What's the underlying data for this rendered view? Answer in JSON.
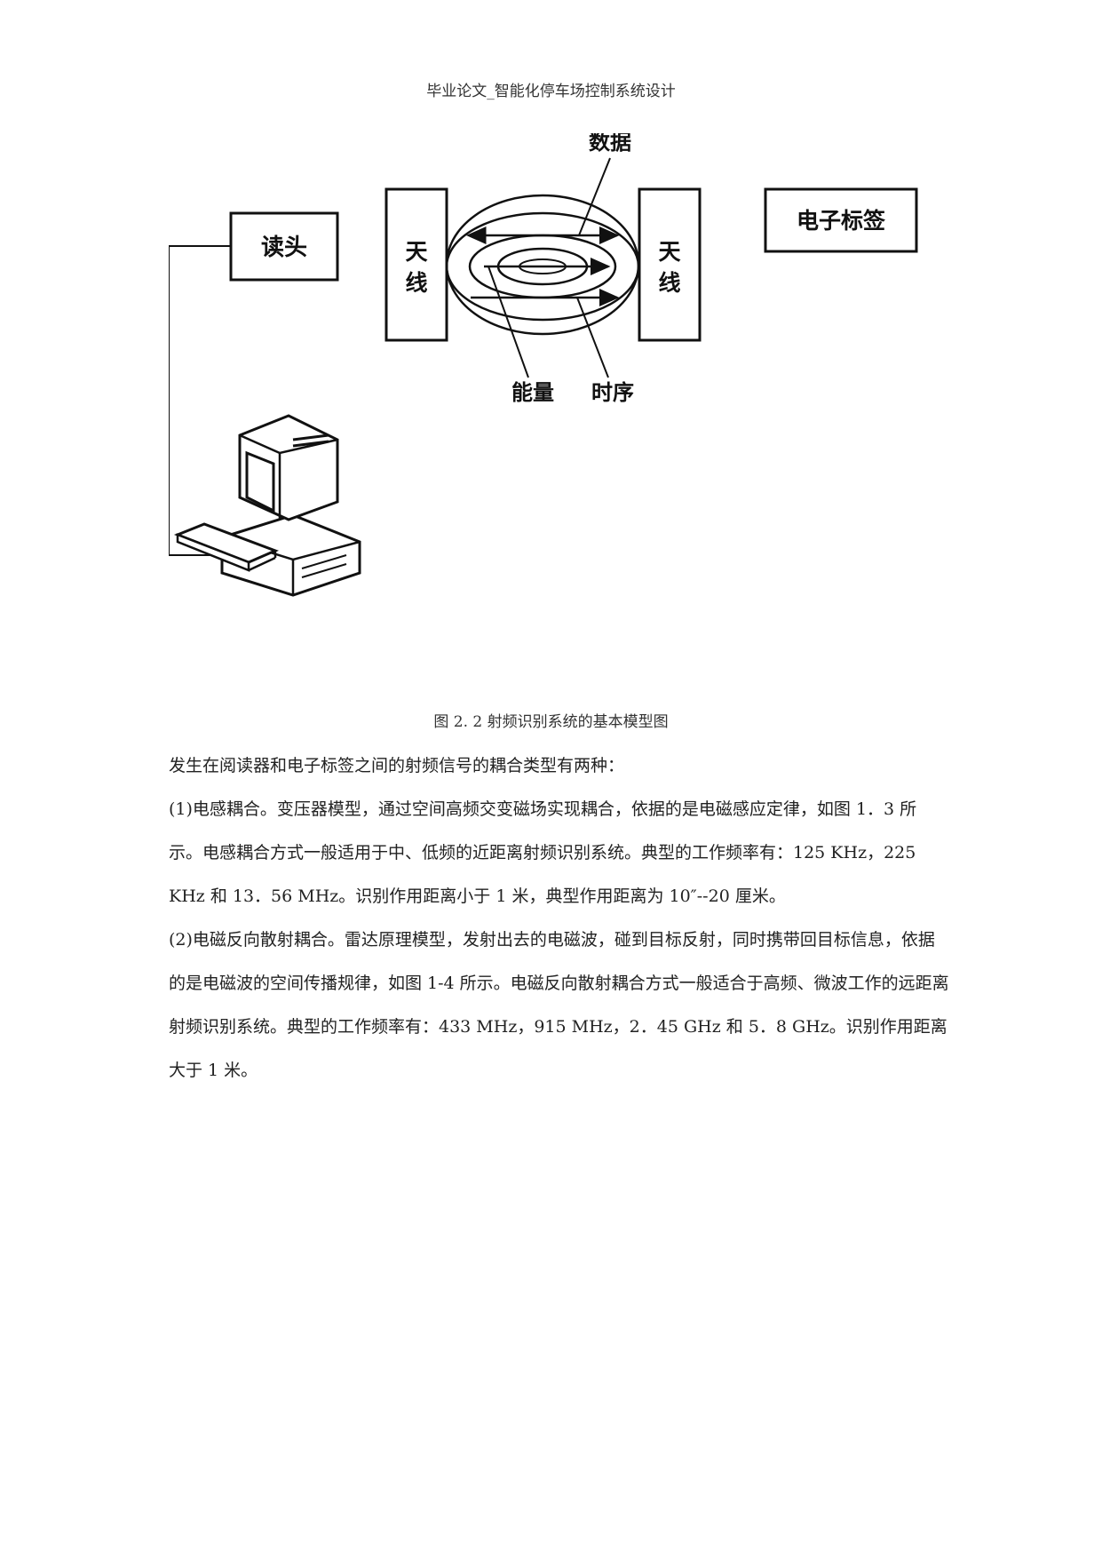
{
  "header": {
    "title": "毕业论文_智能化停车场控制系统设计"
  },
  "figure": {
    "labels": {
      "reader": "读头",
      "antenna_left_1": "天",
      "antenna_left_2": "线",
      "antenna_right_1": "天",
      "antenna_right_2": "线",
      "tag": "电子标签",
      "data": "数据",
      "energy": "能量",
      "timing": "时序"
    },
    "caption": "图 2. 2 射频识别系统的基本模型图"
  },
  "body": {
    "intro": "发生在阅读器和电子标签之间的射频信号的耦合类型有两种：",
    "para1": "(1)电感耦合。变压器模型，通过空间高频交变磁场实现耦合，依据的是电磁感应定律，如图 1．3 所示。电感耦合方式一般适用于中、低频的近距离射频识别系统。典型的工作频率有：125 KHz，225 KHz 和 13．56 MHz。识别作用距离小于 1 米，典型作用距离为 10″--20 厘米。",
    "para2": "(2)电磁反向散射耦合。雷达原理模型，发射出去的电磁波，碰到目标反射，同时携带回目标信息，依据的是电磁波的空间传播规律，如图 1-4 所示。电磁反向散射耦合方式一般适合于高频、微波工作的远距离射频识别系统。典型的工作频率有：433 MHz，915 MHz，2．45 GHz 和 5．8 GHz。识别作用距离大于 1 米。"
  }
}
